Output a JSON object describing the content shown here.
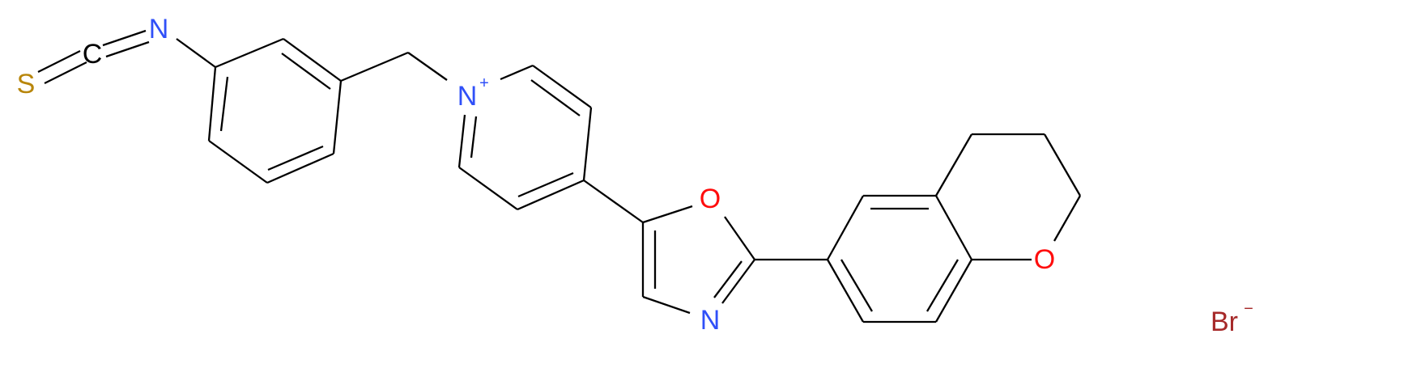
{
  "molecule": {
    "atoms": {
      "S": {
        "symbol": "S",
        "color": "#b8860b"
      },
      "C_itc": {
        "symbol": "C",
        "color": "#000000"
      },
      "N_itc": {
        "symbol": "N",
        "color": "#3050f8"
      },
      "N_py": {
        "symbol": "N",
        "charge": "+",
        "color": "#3050f8"
      },
      "O_ox": {
        "symbol": "O",
        "color": "#ff0d0d"
      },
      "N_ox": {
        "symbol": "N",
        "color": "#3050f8"
      },
      "O_chrom": {
        "symbol": "O",
        "color": "#ff0d0d"
      }
    },
    "counterion": {
      "symbol": "Br",
      "charge": "−",
      "color": "#a62929"
    }
  }
}
